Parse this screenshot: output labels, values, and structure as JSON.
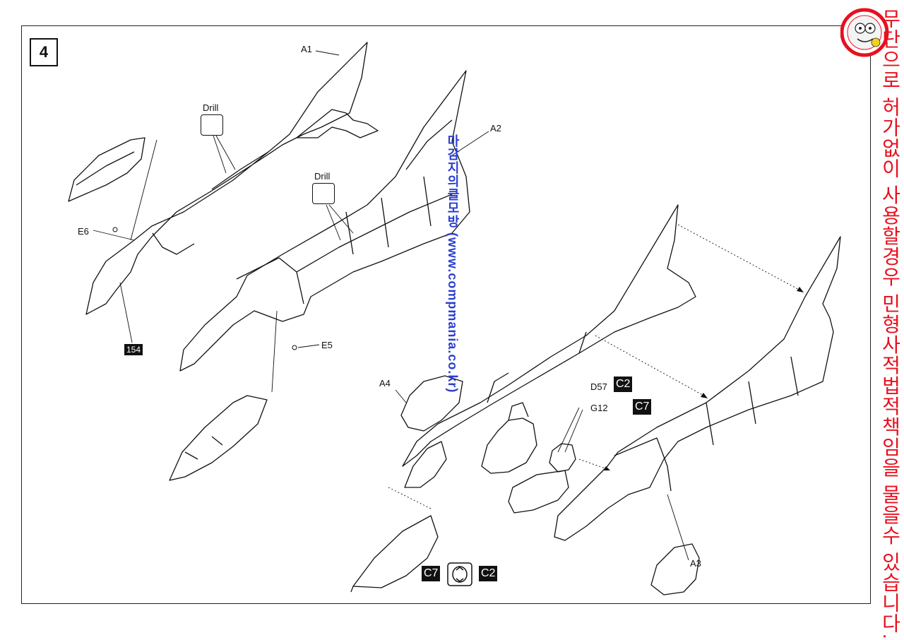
{
  "step_number": "4",
  "labels": {
    "a1": "A1",
    "a2": "A2",
    "a3": "A3",
    "a4": "A4",
    "e5": "E5",
    "e6": "E6",
    "d57": "D57",
    "g12": "G12"
  },
  "drill_notes": [
    "Drill",
    "Drill"
  ],
  "color_codes": {
    "c2_d57": "C2",
    "c7_g12": "C7",
    "bottom_c7": "C7",
    "bottom_c2": "C2",
    "part_154": "154"
  },
  "watermark": "마감지의클모방 (www.compmania.co.kr)",
  "copyright_notice": "무단으로 허가없이 사용할경우 민형사적법적책임을 물을수 있습니다.",
  "colors": {
    "frame": "#222222",
    "watermark": "#2a3fd0",
    "notice": "#e8101e"
  }
}
